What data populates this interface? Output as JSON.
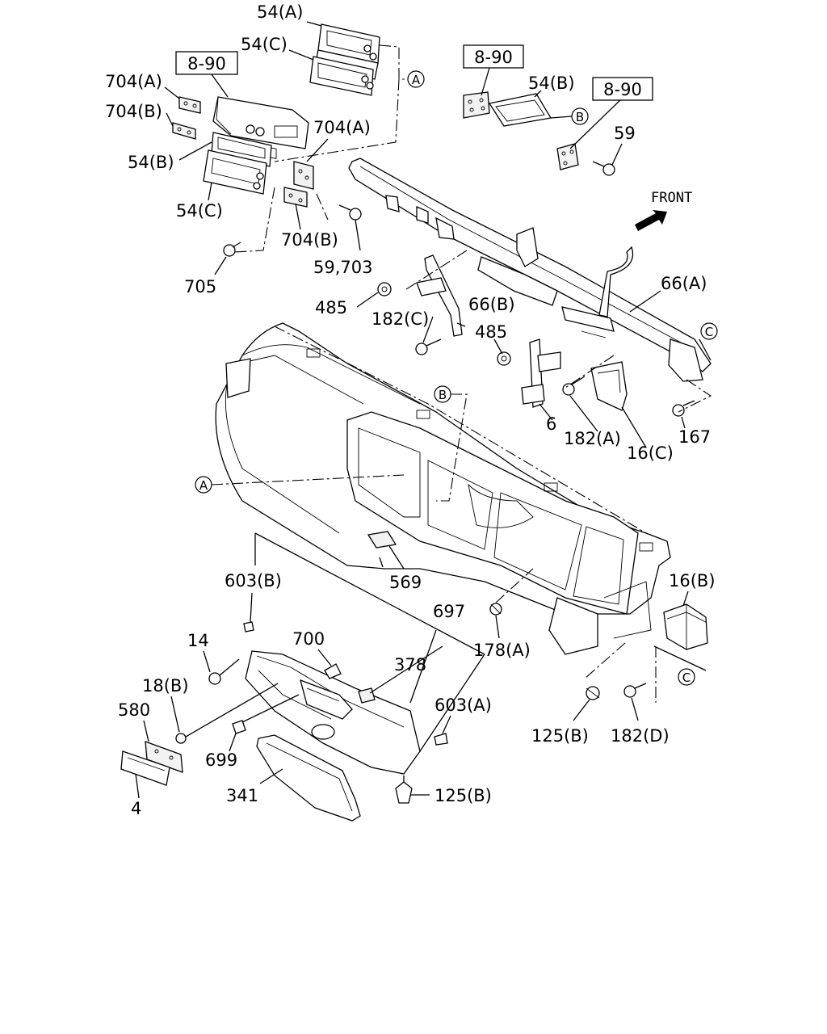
{
  "front_label": "FRONT",
  "section_refs": [
    "8-90",
    "8-90",
    "8-90"
  ],
  "circled_refs": [
    "A",
    "B",
    "C"
  ],
  "labels": {
    "l54a": "54(A)",
    "l54c_top": "54(C)",
    "l704a_left": "704(A)",
    "l704b_left": "704(B)",
    "l54b_left": "54(B)",
    "l54c_left": "54(C)",
    "l704a_mid": "704(A)",
    "l704b_mid": "704(B)",
    "l59_703": "59,703",
    "l705": "705",
    "l485_a": "485",
    "l182c": "182(C)",
    "l66b": "66(B)",
    "l485_b": "485",
    "l6": "6",
    "l182a": "182(A)",
    "l16c": "16(C)",
    "l167": "167",
    "l66a": "66(A)",
    "l54b_right": "54(B)",
    "l59": "59",
    "l569": "569",
    "l603b": "603(B)",
    "l697": "697",
    "l14": "14",
    "l700": "700",
    "l378": "378",
    "l18b": "18(B)",
    "l580": "580",
    "l603a": "603(A)",
    "l699": "699",
    "l4": "4",
    "l341": "341",
    "l125b_bottom": "125(B)",
    "l178a": "178(A)",
    "l16b": "16(B)",
    "l125b_right": "125(B)",
    "l182d": "182(D)"
  }
}
